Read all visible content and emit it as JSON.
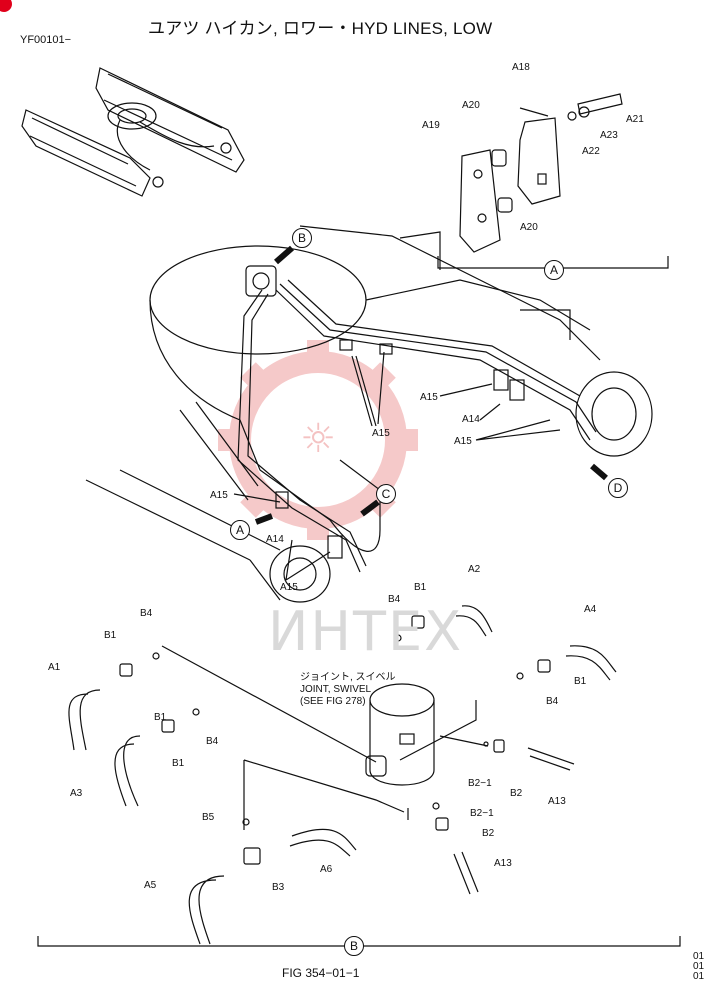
{
  "header": {
    "title": "ユアツ ハイカン, ロワー・HYD LINES, LOW",
    "code": "YF00101−"
  },
  "footer": {
    "figure": "FIG 354−01−1",
    "revision": [
      "01",
      "01",
      "01"
    ]
  },
  "watermark": "ИНТЕХ",
  "joint_note": [
    "ジョイント, スイベル",
    "JOINT, SWIVEL",
    "(SEE FIG 278)"
  ],
  "views": {
    "a": "A",
    "b": "B",
    "c": "C",
    "d": "D"
  },
  "parts": {
    "a1": "A1",
    "a2": "A2",
    "a3": "A3",
    "a4": "A4",
    "a5": "A5",
    "a6": "A6",
    "a13": "A13",
    "a14": "A14",
    "a15": "A15",
    "a18": "A18",
    "a19": "A19",
    "a20": "A20",
    "a21": "A21",
    "a22": "A22",
    "a23": "A23",
    "b1": "B1",
    "b2": "B2",
    "b2_1": "B2−1",
    "b3": "B3",
    "b4": "B4",
    "b5": "B5"
  },
  "colors": {
    "line": "#111111",
    "watermark_logo": "#f2b7b7",
    "accent": "#e0001b"
  }
}
